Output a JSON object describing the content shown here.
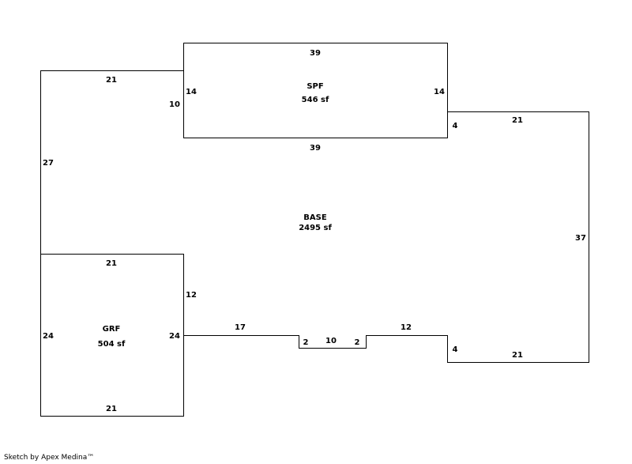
{
  "areas": {
    "base": {
      "name": "BASE",
      "size": "2495 sf"
    },
    "spf": {
      "name": "SPF",
      "size": "546 sf"
    },
    "grf": {
      "name": "GRF",
      "size": "504 sf"
    }
  },
  "dimensions": {
    "base_top_left": "21",
    "base_left_upper": "27",
    "base_left_notch": "10",
    "base_top_right": "21",
    "base_right_notch": "4",
    "base_right": "37",
    "base_bottom_right": "21",
    "base_bottom_right_notch": "4",
    "base_bottom_seg_right": "12",
    "base_bottom_step_right": "2",
    "base_bottom_recess": "10",
    "base_bottom_step_left": "2",
    "base_bottom_seg_left": "17",
    "base_grf_right": "12",
    "spf_top": "39",
    "spf_bottom": "39",
    "spf_left": "14",
    "spf_right": "14",
    "grf_top": "21",
    "grf_bottom": "21",
    "grf_left": "24",
    "grf_right": "24"
  },
  "footer": "Sketch by Apex Medina™"
}
